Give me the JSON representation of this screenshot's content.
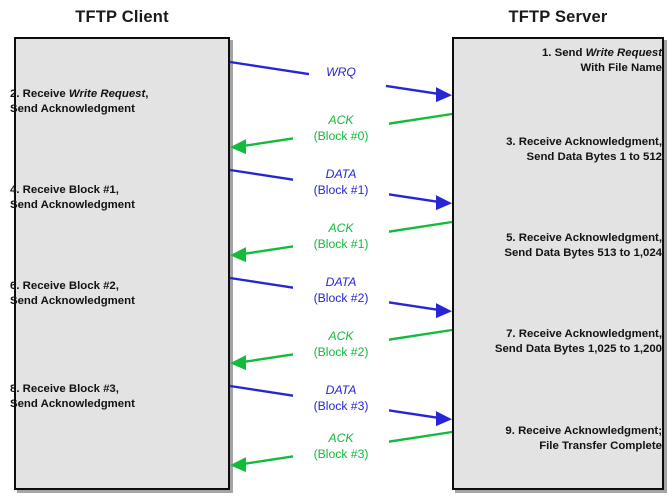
{
  "diagram": {
    "title_client": "TFTP Client",
    "title_server": "TFTP Server",
    "colors": {
      "request_arrow": "#2626d6",
      "ack_arrow": "#12bb3c",
      "box_fill": "#e3e3e3",
      "box_border": "#0d0d0d",
      "text": "#121212",
      "background": "#ffffff"
    }
  },
  "client_steps": [
    {
      "id": 1,
      "line1": "1. Send Write Request",
      "line1_plain": "1. Send ",
      "line1_em": "Write Request",
      "line2": "With File Name"
    },
    {
      "id": 3,
      "line1": "3. Receive Acknowledgment,",
      "line2": "Send Data Bytes 1 to 512"
    },
    {
      "id": 5,
      "line1": "5. Receive Acknowledgment,",
      "line2": "Send Data Bytes 513 to 1,024"
    },
    {
      "id": 7,
      "line1": "7. Receive Acknowledgment,",
      "line2": "Send Data Bytes 1,025 to 1,200"
    },
    {
      "id": 9,
      "line1": "9. Receive Acknowledgment;",
      "line2": "File Transfer Complete"
    }
  ],
  "server_steps": [
    {
      "id": 2,
      "line1": "2. Receive Write Request,",
      "line1_plain": "2. Receive ",
      "line1_em": "Write Request",
      "line1_tail": ",",
      "line2": "Send Acknowledgment"
    },
    {
      "id": 4,
      "line1": "4. Receive Block #1,",
      "line2": "Send Acknowledgment"
    },
    {
      "id": 6,
      "line1": "6. Receive Block #2,",
      "line2": "Send Acknowledgment"
    },
    {
      "id": 8,
      "line1": "8. Receive Block #3,",
      "line2": "Send Acknowledgment"
    }
  ],
  "messages": [
    {
      "seq": 1,
      "label_main": "WRQ",
      "label_sub": "",
      "direction": "client-to-server",
      "color": "#2626d6"
    },
    {
      "seq": 2,
      "label_main": "ACK",
      "label_sub": "(Block #0)",
      "direction": "server-to-client",
      "color": "#12bb3c"
    },
    {
      "seq": 3,
      "label_main": "DATA",
      "label_sub": "(Block #1)",
      "direction": "client-to-server",
      "color": "#2626d6"
    },
    {
      "seq": 4,
      "label_main": "ACK",
      "label_sub": "(Block #1)",
      "direction": "server-to-client",
      "color": "#12bb3c"
    },
    {
      "seq": 5,
      "label_main": "DATA",
      "label_sub": "(Block #2)",
      "direction": "client-to-server",
      "color": "#2626d6"
    },
    {
      "seq": 6,
      "label_main": "ACK",
      "label_sub": "(Block #2)",
      "direction": "server-to-client",
      "color": "#12bb3c"
    },
    {
      "seq": 7,
      "label_main": "DATA",
      "label_sub": "(Block #3)",
      "direction": "client-to-server",
      "color": "#2626d6"
    },
    {
      "seq": 8,
      "label_main": "ACK",
      "label_sub": "(Block #3)",
      "direction": "server-to-client",
      "color": "#12bb3c"
    }
  ]
}
